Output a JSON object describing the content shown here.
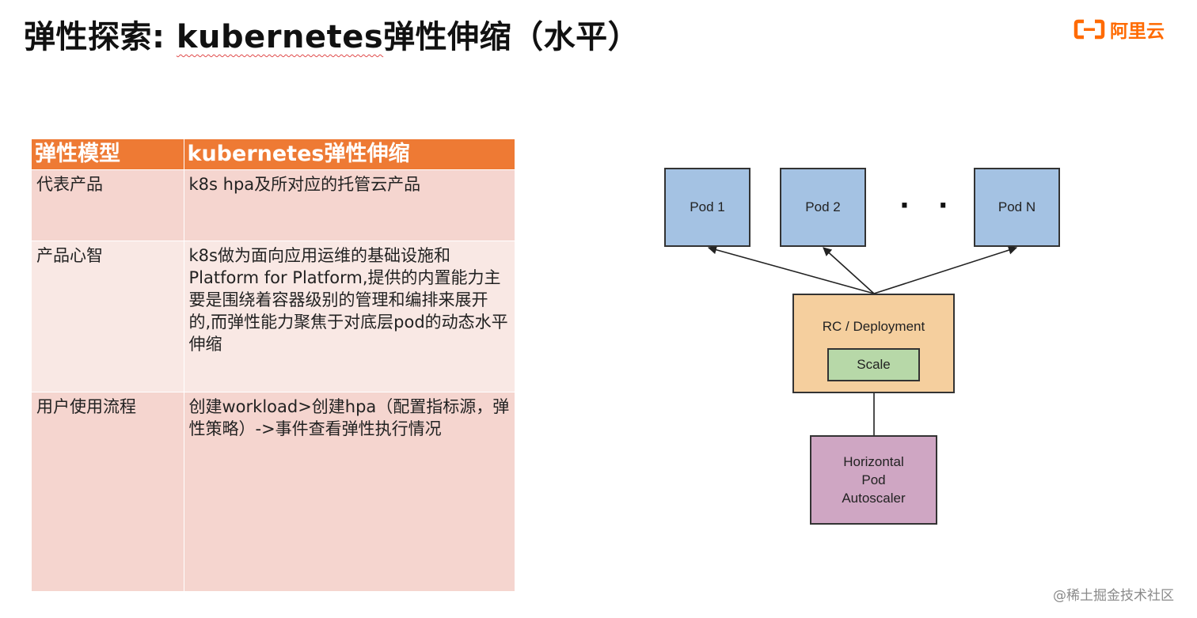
{
  "slide": {
    "title_prefix": "弹性探索: ",
    "title_highlight": "kubernetes",
    "title_suffix": "弹性伸缩（水平）"
  },
  "logo": {
    "text": "阿里云",
    "color": "#ff6a00"
  },
  "table": {
    "header": [
      "弹性模型",
      "kubernetes弹性伸缩"
    ],
    "rows": [
      {
        "label": "代表产品",
        "value": "k8s hpa及所对应的托管云产品"
      },
      {
        "label": "产品心智",
        "value": "k8s做为面向应用运维的基础设施和Platform for Platform,提供的内置能力主要是围绕着容器级别的管理和编排来展开的,而弹性能力聚焦于对底层pod的动态水平伸缩"
      },
      {
        "label": "用户使用流程",
        "value": "创建workload>创建hpa（配置指标源，弹性策略）->事件查看弹性执行情况"
      }
    ],
    "header_color": "#ee7a34"
  },
  "diagram": {
    "pods": [
      "Pod 1",
      "Pod 2",
      "Pod N"
    ],
    "ellipsis": "· · ·",
    "rc_label": "RC / Deployment",
    "scale_label": "Scale",
    "hpa_lines": [
      "Horizontal",
      "Pod",
      "Autoscaler"
    ]
  },
  "watermark": "@稀土掘金技术社区"
}
